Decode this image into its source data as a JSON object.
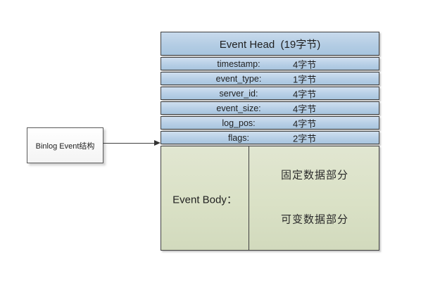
{
  "label_box": {
    "text": "Binlog Event结构"
  },
  "event_head": {
    "title": "Event Head  (19字节)",
    "fields": [
      {
        "name": "timestamp:",
        "size": "4字节"
      },
      {
        "name": "event_type:",
        "size": "1字节"
      },
      {
        "name": "server_id:",
        "size": "4字节"
      },
      {
        "name": "event_size:",
        "size": "4字节"
      },
      {
        "name": "log_pos:",
        "size": "4字节"
      },
      {
        "name": "flags:",
        "size": "2字节"
      }
    ]
  },
  "event_body": {
    "label": "Event Body：",
    "sections": [
      "固定数据部分",
      "可变数据部分"
    ]
  },
  "colors": {
    "head_fill_top": "#c8daec",
    "head_fill_bottom": "#a7c5df",
    "row_fill_top": "#cfdff0",
    "row_fill_bottom": "#a8c5df",
    "body_fill_top": "#e1e6d1",
    "body_fill_bottom": "#d2dabd",
    "border": "#404040",
    "background": "#ffffff"
  }
}
